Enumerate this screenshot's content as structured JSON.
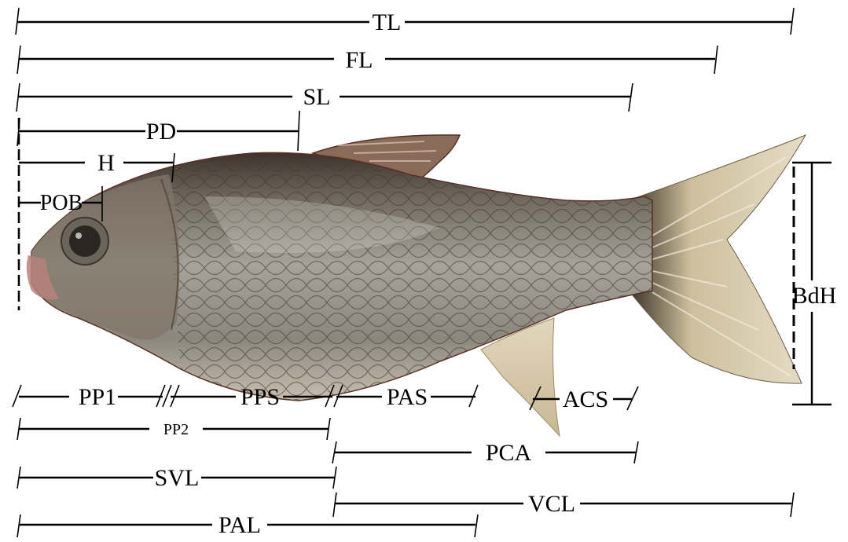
{
  "labels": {
    "TL": "TL",
    "FL": "FL",
    "SL": "SL",
    "PD": "PD",
    "H": "H",
    "POB": "POB",
    "PP1": "PP1",
    "PPS": "PPS",
    "PAS": "PAS",
    "ACS": "ACS",
    "PP2": "PP2",
    "PCA": "PCA",
    "SVL": "SVL",
    "VCL": "VCL",
    "PAL": "PAL",
    "BdH": "BdH"
  },
  "colors": {
    "line": "#000000",
    "fish_body": "#8e8a80",
    "fish_back": "#4a3e34",
    "fish_belly": "#c9c1b4",
    "fins": "#d8cdb3",
    "mouth": "#b9807c"
  }
}
